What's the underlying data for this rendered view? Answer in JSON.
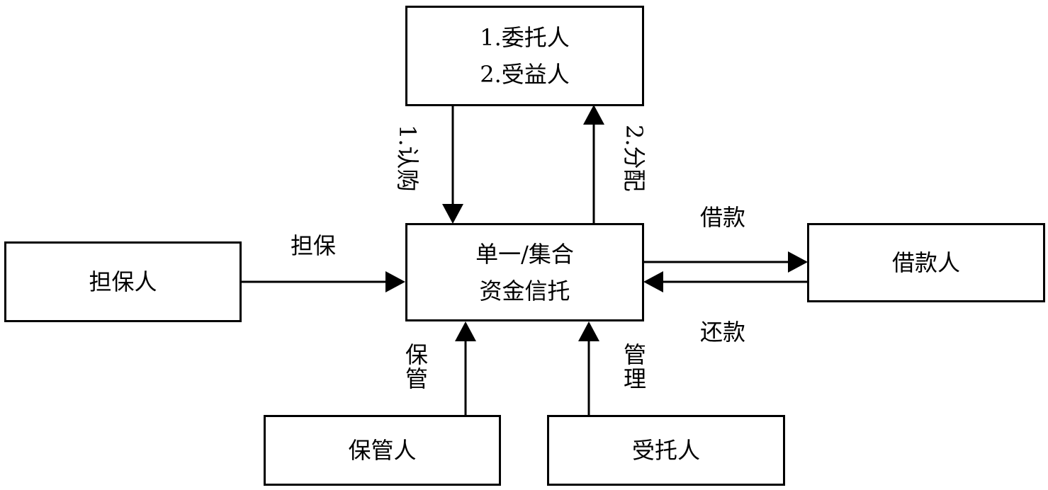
{
  "nodes": {
    "beneficiary": {
      "line1": "1.委托人",
      "line2": "2.受益人"
    },
    "trust": {
      "line1": "单一/集合",
      "line2": "资金信托"
    },
    "guarantor": {
      "label": "担保人"
    },
    "borrower": {
      "label": "借款人"
    },
    "custodian": {
      "label": "保管人"
    },
    "trustee": {
      "label": "受托人"
    }
  },
  "edges": {
    "subscribe": "1.认购",
    "distribute": "2.分配",
    "guarantee": "担保",
    "loan": "借款",
    "repay": "还款",
    "custody": [
      "保",
      "管"
    ],
    "manage": [
      "管",
      "理"
    ]
  }
}
